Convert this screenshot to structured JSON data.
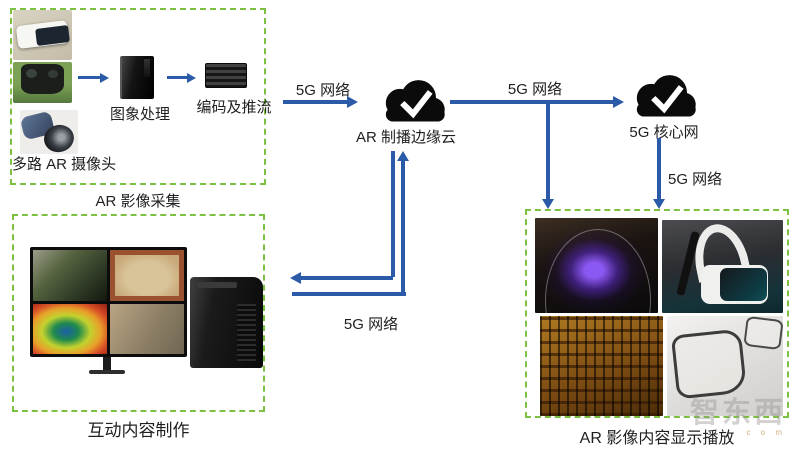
{
  "capture": {
    "caption": "AR 影像采集",
    "cameras_label": "多路 AR 摄像头",
    "processing_label": "图象处理",
    "encoding_label": "编码及推流"
  },
  "production": {
    "caption": "互动内容制作"
  },
  "display": {
    "caption": "AR 影像内容显示播放"
  },
  "clouds": {
    "edge": "AR 制播边缘云",
    "core": "5G 核心网"
  },
  "links": {
    "capture_to_edge": "5G 网络",
    "edge_to_core": "5G 网络",
    "core_to_display": "5G 网络",
    "edge_to_production": "5G 网络"
  },
  "watermark": {
    "text": "智东西",
    "suffix": "c o m"
  },
  "colors": {
    "box_border_green": "#7dc142",
    "arrow_blue": "#2b5ba8",
    "cloud_black": "#0b0b0b",
    "text": "#1f1f1f"
  }
}
